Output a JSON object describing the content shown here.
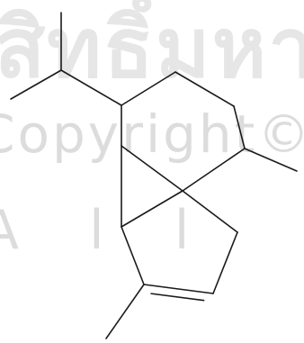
{
  "watermark": {
    "line1": "สิทธิ์มหา",
    "line2": "Copyright© by",
    "line3": "All rights"
  },
  "structure": {
    "bonds": [
      {
        "id": "b-ipr-me1",
        "from": "ipr_me1",
        "to": "ipr_ch",
        "order": 1
      },
      {
        "id": "b-ipr-me2",
        "from": "ipr_ch",
        "to": "ipr_me2",
        "order": 1
      },
      {
        "id": "b-ipr-ring",
        "from": "ipr_ch",
        "to": "c1",
        "order": 1
      },
      {
        "id": "b-c1-c2",
        "from": "c1",
        "to": "c2",
        "order": 1
      },
      {
        "id": "b-c2-c3",
        "from": "c2",
        "to": "c3",
        "order": 1
      },
      {
        "id": "b-c3-c4",
        "from": "c3",
        "to": "c4",
        "order": 1
      },
      {
        "id": "b-c4-me",
        "from": "c4",
        "to": "c4_me",
        "order": 1
      },
      {
        "id": "b-c4-spiro",
        "from": "c4",
        "to": "spiro",
        "order": 1
      },
      {
        "id": "b-c1-c6",
        "from": "c1",
        "to": "c6",
        "order": 1
      },
      {
        "id": "b-c6-spiro",
        "from": "c6",
        "to": "spiro",
        "order": 1
      },
      {
        "id": "b-c6-c7",
        "from": "c6",
        "to": "c7",
        "order": 1
      },
      {
        "id": "b-c7-spiro",
        "from": "c7",
        "to": "spiro",
        "order": 1
      },
      {
        "id": "b-spiro-c10",
        "from": "spiro",
        "to": "c10",
        "order": 1
      },
      {
        "id": "b-c10-c9",
        "from": "c10",
        "to": "c9",
        "order": 1
      },
      {
        "id": "b-c9-c8",
        "from": "c9",
        "to": "c8",
        "order": 2
      },
      {
        "id": "b-c8-c7",
        "from": "c8",
        "to": "c7",
        "order": 1
      },
      {
        "id": "b-c8-me",
        "from": "c8",
        "to": "c8_me",
        "order": 1
      }
    ]
  }
}
